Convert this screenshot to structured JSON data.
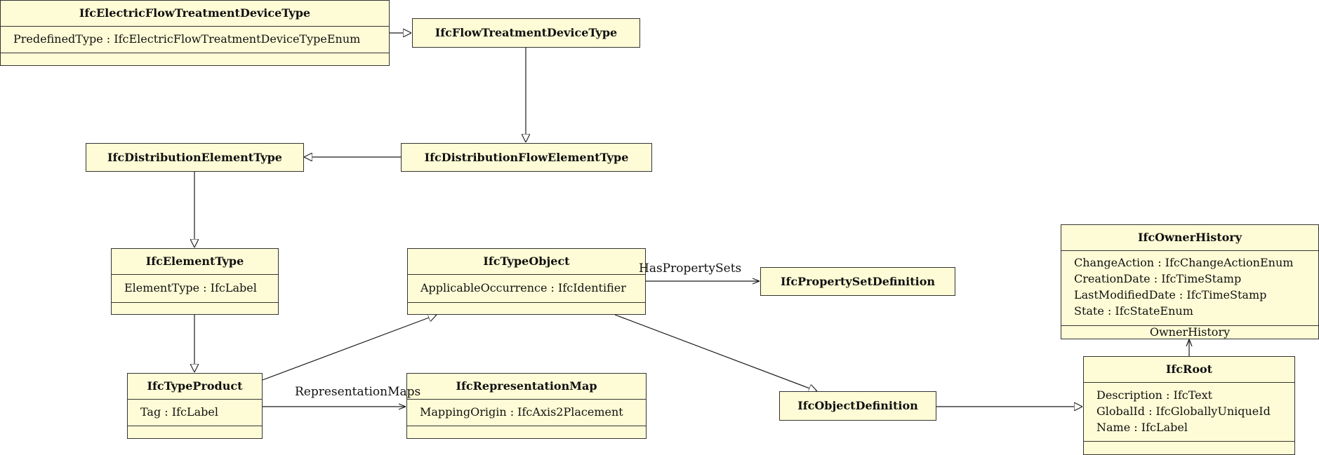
{
  "classes": {
    "electric": {
      "name": "IfcElectricFlowTreatmentDeviceType",
      "attrs": [
        "PredefinedType : IfcElectricFlowTreatmentDeviceTypeEnum"
      ]
    },
    "flowtreat": {
      "name": "IfcFlowTreatmentDeviceType"
    },
    "distflow": {
      "name": "IfcDistributionFlowElementType"
    },
    "distelem": {
      "name": "IfcDistributionElementType"
    },
    "elemtype": {
      "name": "IfcElementType",
      "attrs": [
        "ElementType : IfcLabel"
      ]
    },
    "typeproduct": {
      "name": "IfcTypeProduct",
      "attrs": [
        "Tag : IfcLabel"
      ]
    },
    "typeobject": {
      "name": "IfcTypeObject",
      "attrs": [
        "ApplicableOccurrence : IfcIdentifier"
      ]
    },
    "repmap": {
      "name": "IfcRepresentationMap",
      "attrs": [
        "MappingOrigin : IfcAxis2Placement"
      ]
    },
    "propset": {
      "name": "IfcPropertySetDefinition"
    },
    "objdef": {
      "name": "IfcObjectDefinition"
    },
    "ownerhist": {
      "name": "IfcOwnerHistory",
      "attrs": [
        "ChangeAction : IfcChangeActionEnum",
        "CreationDate : IfcTimeStamp",
        "LastModifiedDate : IfcTimeStamp",
        "State : IfcStateEnum"
      ],
      "ref": "OwnerHistory"
    },
    "root": {
      "name": "IfcRoot",
      "attrs": [
        "Description : IfcText",
        "GlobalId : IfcGloballyUniqueId",
        "Name : IfcLabel"
      ]
    }
  },
  "edge_labels": {
    "has_property_sets": "HasPropertySets",
    "representation_maps": "RepresentationMaps"
  },
  "colors": {
    "box_fill": "#fefcd6",
    "line": "#1a1a1a"
  }
}
